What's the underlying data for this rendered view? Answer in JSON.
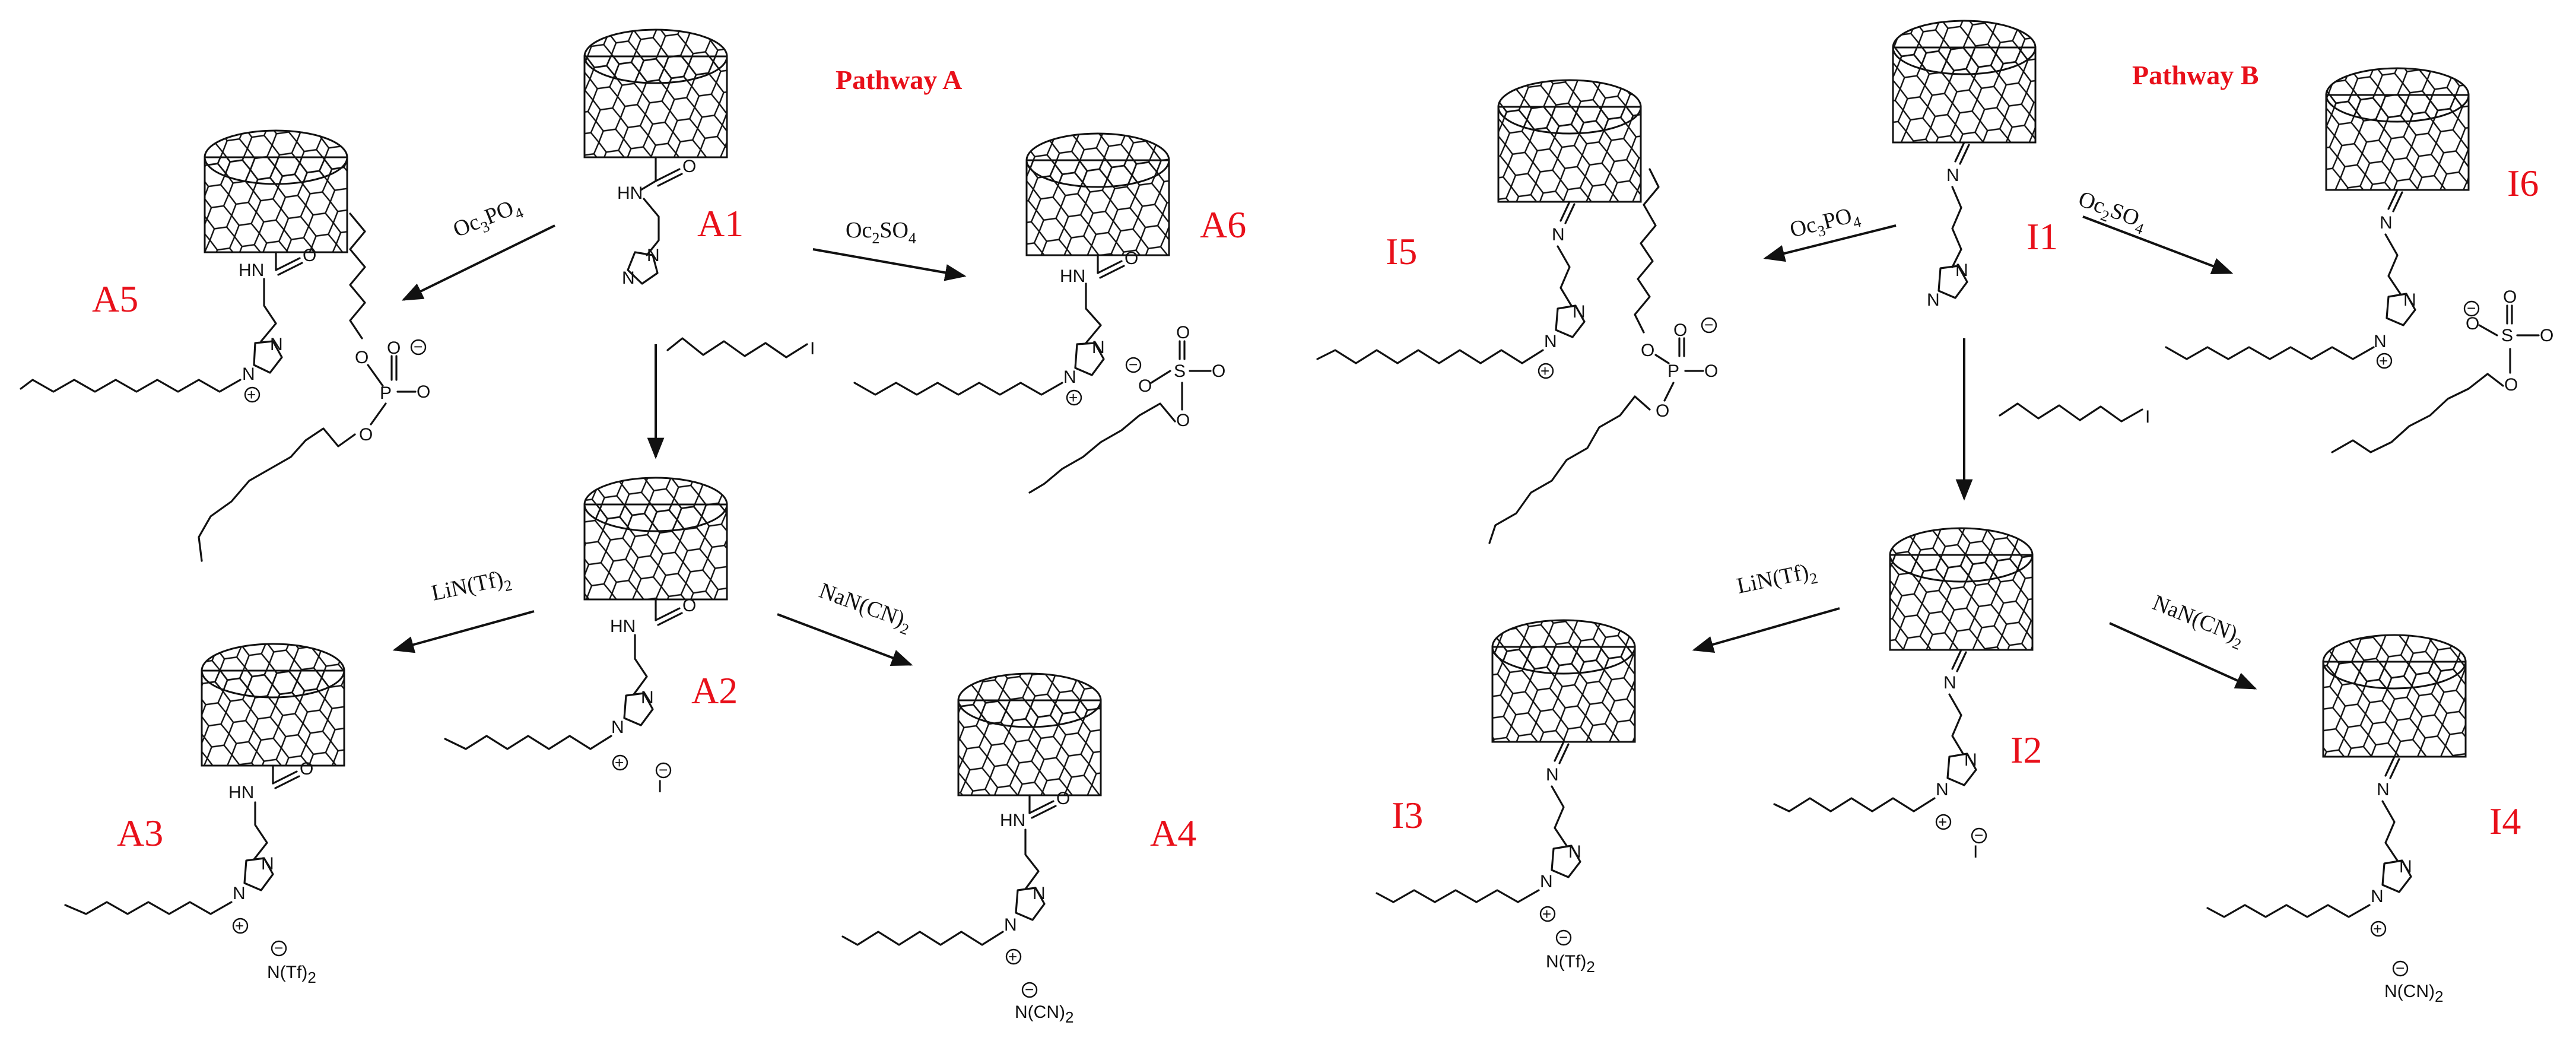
{
  "pathways": {
    "a": "Pathway A",
    "b": "Pathway B"
  },
  "labels": {
    "A1": "A1",
    "A2": "A2",
    "A3": "A3",
    "A4": "A4",
    "A5": "A5",
    "A6": "A6",
    "I1": "I1",
    "I2": "I2",
    "I3": "I3",
    "I4": "I4",
    "I5": "I5",
    "I6": "I6"
  },
  "reagents": {
    "oc3po4": [
      "Oc",
      "3",
      "PO",
      "4"
    ],
    "oc2so4": [
      "Oc",
      "2",
      "SO",
      "4"
    ],
    "litf": [
      "LiN(Tf)",
      "2"
    ],
    "nacn": [
      "NaN(CN)",
      "2"
    ]
  },
  "anions": {
    "iodide": "I",
    "ntf": [
      "N(Tf)",
      "2"
    ],
    "ncn": [
      "N(CN)",
      "2"
    ]
  },
  "atoms": {
    "N": "N",
    "HN": "HN",
    "O": "O",
    "P": "P",
    "S": "S",
    "I": "I"
  },
  "colors": {
    "labels": "#e8101a",
    "structure": "#111111",
    "background": "#ffffff"
  }
}
